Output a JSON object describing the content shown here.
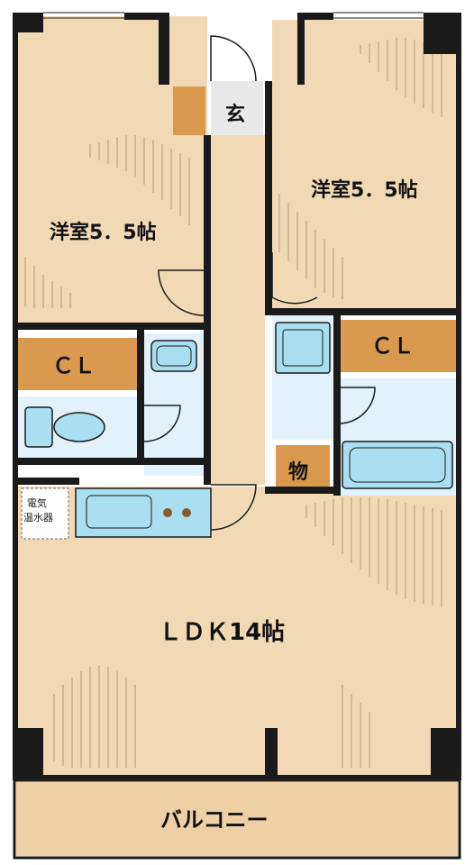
{
  "colors": {
    "floor": "#f2d9b5",
    "wet_area": "#e3f1fb",
    "closet": "#d99a4e",
    "wall": "#1a1a1a",
    "fixture": "#a9dff0",
    "balcony": "#efcfa5",
    "entrance": "#e9e9e9"
  },
  "rooms": {
    "western_room_left": "洋室5．5帖",
    "western_room_right": "洋室5．5帖",
    "entrance": "玄",
    "closet_left": "ＣＬ",
    "closet_right": "ＣＬ",
    "storage": "物",
    "ldk": "ＬＤＫ14帖",
    "balcony": "バルコニー",
    "water_heater_line1": "電気",
    "water_heater_line2": "温水器"
  },
  "icons": [
    "door-swing-icon",
    "toilet-icon",
    "sink-icon",
    "bathtub-icon",
    "washer-pan-icon",
    "kitchen-counter-icon",
    "stove-burner-icon"
  ]
}
